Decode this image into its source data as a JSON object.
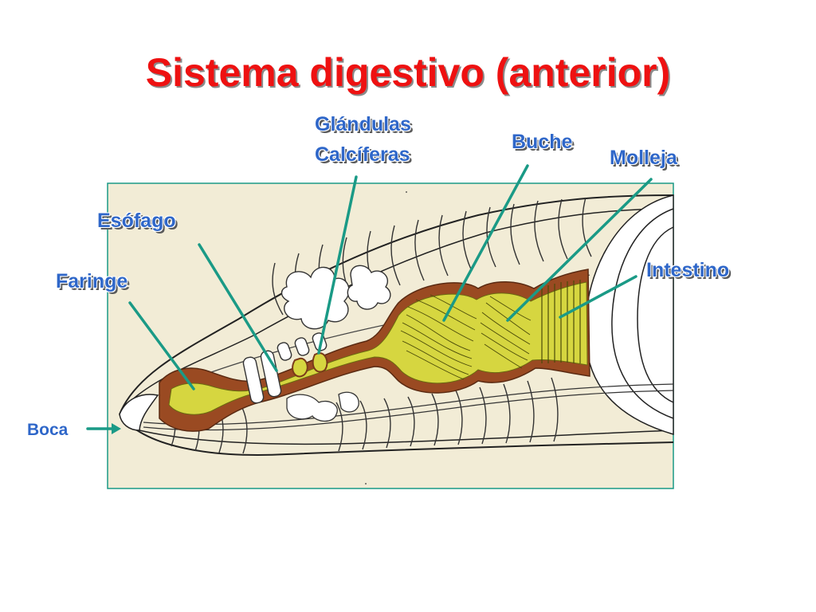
{
  "title": "Sistema digestivo (anterior)",
  "labels": {
    "glandulas": "Glándulas",
    "calciferas": "Calcíferas",
    "buche": "Buche",
    "molleja": "Molleja",
    "esofago": "Esófago",
    "faringe": "Faringe",
    "intestino": "Intestino",
    "boca": "Boca"
  },
  "colors": {
    "title": "#ee1111",
    "label": "#2f67c9",
    "panel": "#f2ecd6",
    "organ_yellow": "#d6d640",
    "organ_brown": "#9a4a22",
    "pointer": "#1a9a86"
  }
}
